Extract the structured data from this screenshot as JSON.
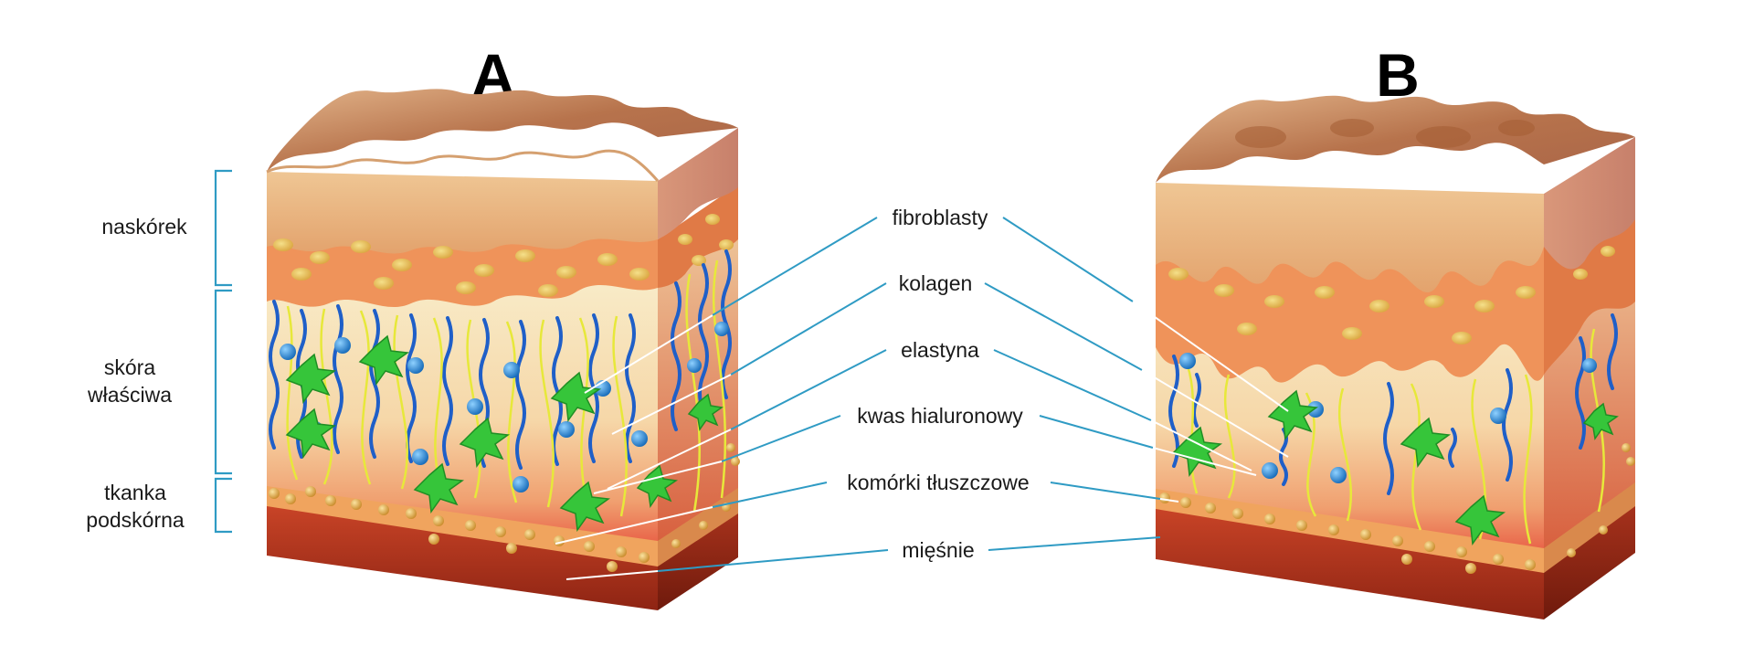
{
  "panels": {
    "a_label": "A",
    "b_label": "B"
  },
  "layers": {
    "epidermis": "naskórek",
    "dermis_line1": "skóra",
    "dermis_line2": "właściwa",
    "subcutis_line1": "tkanka",
    "subcutis_line2": "podskórna"
  },
  "callouts": {
    "fibroblasts": "fibroblasty",
    "collagen": "kolagen",
    "elastin": "elastyna",
    "hyaluronic_acid": "kwas hialuronowy",
    "fat_cells": "komórki tłuszczowe",
    "muscles": "mięśnie"
  },
  "colors": {
    "leader": "#2f9bc4",
    "epidermis_top": "#c9865e",
    "epidermis_face": "#e8b98a",
    "living_cells": "#ef935a",
    "dermis": "#f6ddb6",
    "collagen": "#1f5fc8",
    "elastin": "#e7e83a",
    "fibroblast": "#36c53a",
    "hyaluronic": "#2b8fd6",
    "fat": "#e3b048",
    "muscle": "#b8321c"
  }
}
